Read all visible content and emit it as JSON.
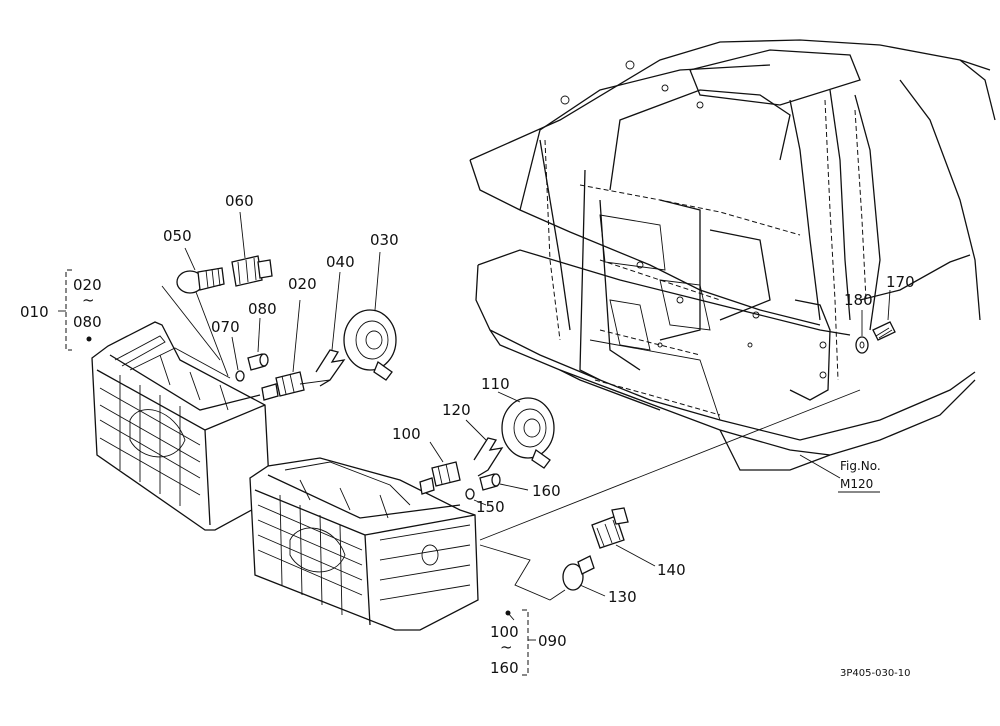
{
  "callouts": {
    "c010": "010",
    "c020_top": "020",
    "tilde_a": "~",
    "c080_top": "080",
    "c020": "020",
    "c030": "030",
    "c040": "040",
    "c050": "050",
    "c060": "060",
    "c070": "070",
    "c080": "080",
    "c090": "090",
    "c100": "100",
    "c100_bottom": "100",
    "tilde_b": "~",
    "c160_bottom": "160",
    "c110": "110",
    "c120": "120",
    "c130": "130",
    "c140": "140",
    "c150": "150",
    "c160": "160",
    "c170": "170",
    "c180": "180"
  },
  "reference": {
    "fig_label": "Fig.No.",
    "fig_number": "M120"
  },
  "drawing_code": "3P405-030-10"
}
